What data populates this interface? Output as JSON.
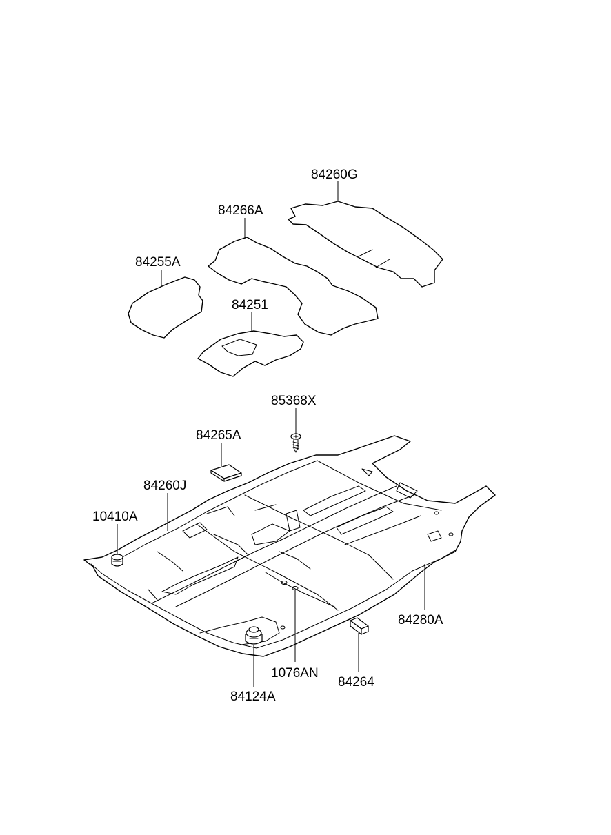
{
  "labels": {
    "p84260G": "84260G",
    "p84266A": "84266A",
    "p84255A": "84255A",
    "p84251": "84251",
    "p85368X": "85368X",
    "p84265A": "84265A",
    "p84260J": "84260J",
    "p10410A": "10410A",
    "p84280A": "84280A",
    "p1076AN": "1076AN",
    "p84264": "84264",
    "p84124A": "84124A"
  }
}
